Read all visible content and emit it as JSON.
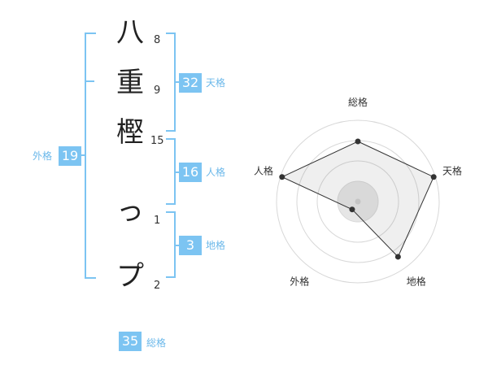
{
  "name_chars": [
    {
      "char": "八",
      "strokes": "8"
    },
    {
      "char": "重",
      "strokes": "9"
    },
    {
      "char": "樫",
      "strokes": "15"
    },
    {
      "char": "っ",
      "strokes": "1"
    },
    {
      "char": "プ",
      "strokes": "2"
    }
  ],
  "kaku": {
    "ten": {
      "value": "32",
      "label": "天格"
    },
    "jin": {
      "value": "16",
      "label": "人格"
    },
    "chi": {
      "value": "3",
      "label": "地格"
    },
    "gai": {
      "value": "19",
      "label": "外格"
    },
    "sou": {
      "value": "35",
      "label": "総格"
    }
  },
  "chart_data": {
    "type": "radar",
    "axes": [
      "総格",
      "天格",
      "地格",
      "外格",
      "人格"
    ],
    "values": [
      0.74,
      0.98,
      0.84,
      0.12,
      0.98
    ],
    "max": 1,
    "rings": 4
  },
  "colors": {
    "accent": "#7cc4f2",
    "label": "#6bb8ea"
  }
}
